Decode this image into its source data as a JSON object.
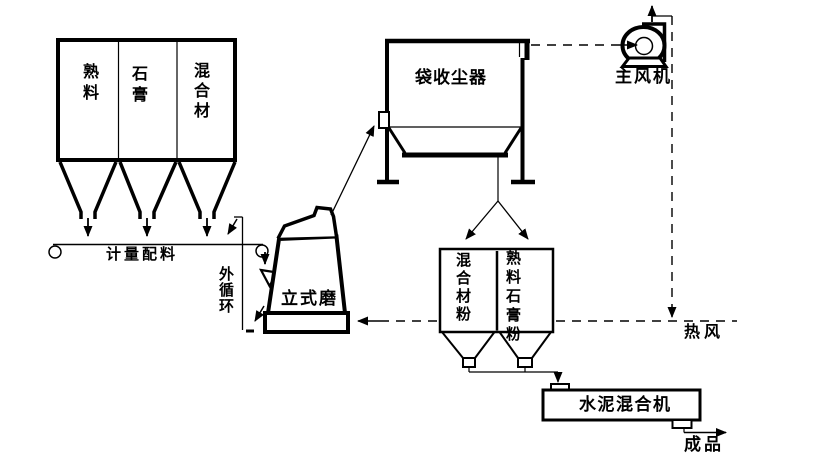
{
  "diagram": {
    "type": "process-flow",
    "background_color": "#ffffff",
    "line_color": "#000000",
    "equipment": {
      "silo_clinker": "熟料",
      "silo_gypsum": "石膏",
      "silo_additive": "混合材",
      "belt_feeder": "计量配料",
      "external_circulation": "外循环",
      "vertical_mill": "立式磨",
      "bag_dust_collector": "袋收尘器",
      "main_fan": "主风机",
      "bin_additive_powder": "混合材粉",
      "bin_clinker_gypsum_powder": "熟料石膏粉",
      "cement_mixer": "水泥混合机",
      "hot_air": "热风",
      "product": "成品"
    }
  }
}
